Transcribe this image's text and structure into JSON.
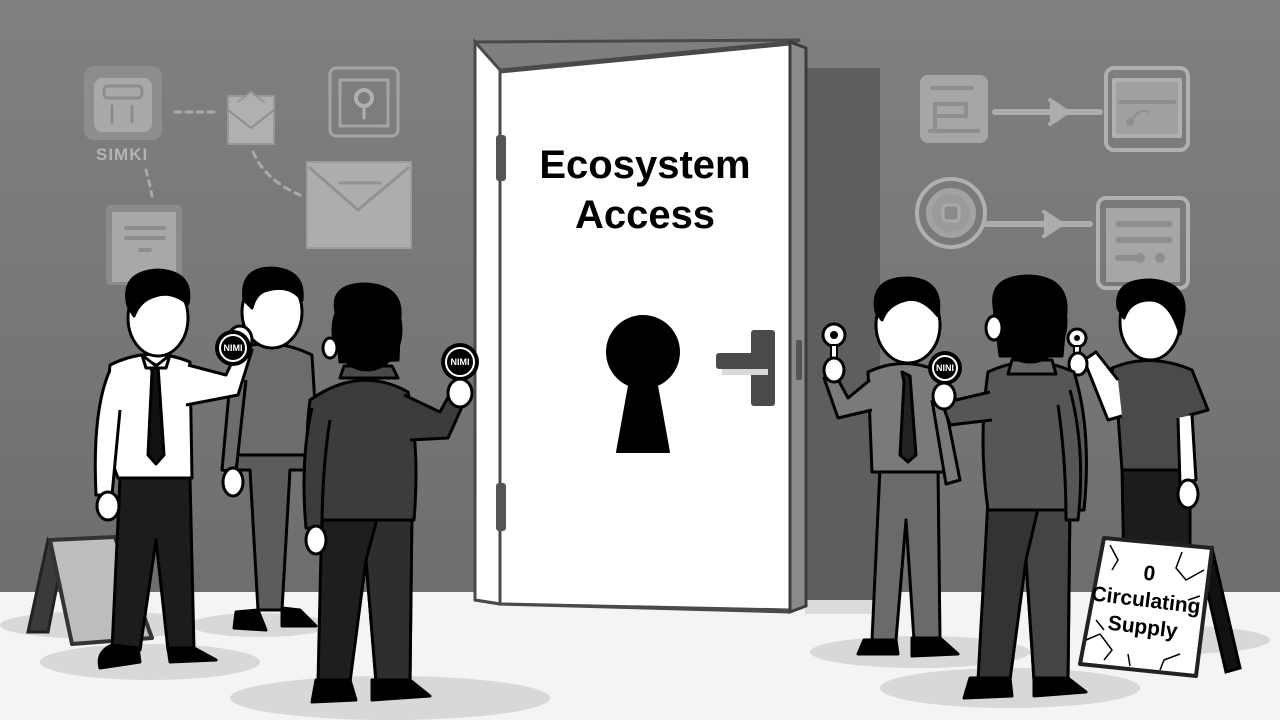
{
  "scene": {
    "title": "Ecosystem Access illustration",
    "palette": {
      "wall": "#7a7a7a",
      "floor": "#f4f4f4",
      "door": "#ffffff",
      "ink": "#000000",
      "faded_icon": "#a9a9a9",
      "doorway_shadow": "#5e5e5e"
    }
  },
  "door": {
    "label_line1": "Ecosystem",
    "label_line2": "Access",
    "icon": "keyhole-icon",
    "handle": "door-handle"
  },
  "wall_icons": {
    "left": [
      {
        "icon": "toolbox-icon",
        "label": "SIMKI"
      },
      {
        "icon": "envelope-small-icon"
      },
      {
        "icon": "location-pin-icon"
      },
      {
        "icon": "envelope-large-icon"
      },
      {
        "icon": "document-icon"
      }
    ],
    "right": [
      {
        "icon": "p-logo-icon",
        "arrow_to": "browser-window-icon"
      },
      {
        "icon": "target-icon",
        "arrow_to": "form-card-icon"
      }
    ]
  },
  "people": {
    "left_group": [
      {
        "role": "man-in-shirt-and-tie",
        "holds": "coin",
        "coin_label": "NIMI"
      },
      {
        "role": "man-in-sweater",
        "holds": "nothing"
      },
      {
        "role": "man-in-jacket-back-view",
        "holds": "coin",
        "coin_label": "NIMI"
      }
    ],
    "right_group": [
      {
        "role": "man-in-shirt-and-tie",
        "holds": "key"
      },
      {
        "role": "man-in-jacket-back-view",
        "holds": "coin",
        "coin_label": "NINI"
      },
      {
        "role": "man-in-tshirt",
        "holds": "key"
      }
    ]
  },
  "sign": {
    "line1": "0",
    "line2": "Circulating",
    "line3": "Supply",
    "style": "cracked-a-frame-sign"
  }
}
